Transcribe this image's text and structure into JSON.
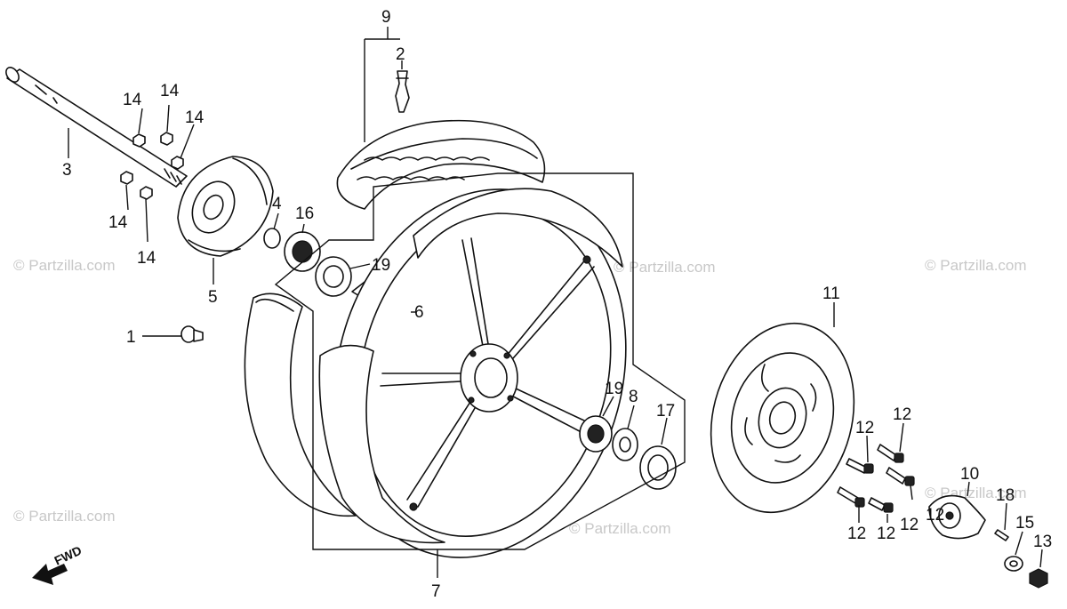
{
  "watermarks": {
    "left": "© Partzilla.com",
    "bl": "© Partzilla.com",
    "right": "© Partzilla.com",
    "br": "© Partzilla.com",
    "mid1": "© Partzilla.com",
    "mid2": "© Partzilla.com"
  },
  "fwd_label": "FWD",
  "callouts": {
    "c1": "1",
    "c2": "2",
    "c3": "3",
    "c4": "4",
    "c5": "5",
    "c6": "6",
    "c7": "7",
    "c8": "8",
    "c9": "9",
    "c10": "10",
    "c11": "11",
    "c12a": "12",
    "c12b": "12",
    "c12c": "12",
    "c12d": "12",
    "c12e": "12",
    "c12f": "12",
    "c13": "13",
    "c14a": "14",
    "c14b": "14",
    "c14c": "14",
    "c14d": "14",
    "c14e": "14",
    "c15": "15",
    "c16": "16",
    "c17": "17",
    "c18": "18",
    "c19a": "19",
    "c19b": "19"
  }
}
